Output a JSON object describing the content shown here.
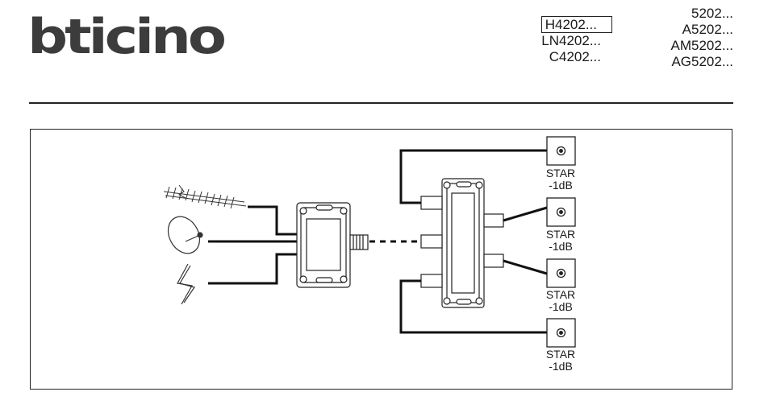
{
  "brand": {
    "logo_text": "bticino"
  },
  "codes_mid": [
    "H4202...",
    "LN4202...",
    "C4202..."
  ],
  "codes_right": [
    "5202...",
    "A5202...",
    "AM5202...",
    "AG5202..."
  ],
  "outlets": [
    {
      "line1": "STAR",
      "line2": "-1dB"
    },
    {
      "line1": "STAR",
      "line2": "-1dB"
    },
    {
      "line1": "STAR",
      "line2": "-1dB"
    },
    {
      "line1": "STAR",
      "line2": "-1dB"
    }
  ],
  "icons": [
    "antenna-icon",
    "satellite-dish-icon",
    "lightning-icon",
    "coax-socket-icon"
  ]
}
